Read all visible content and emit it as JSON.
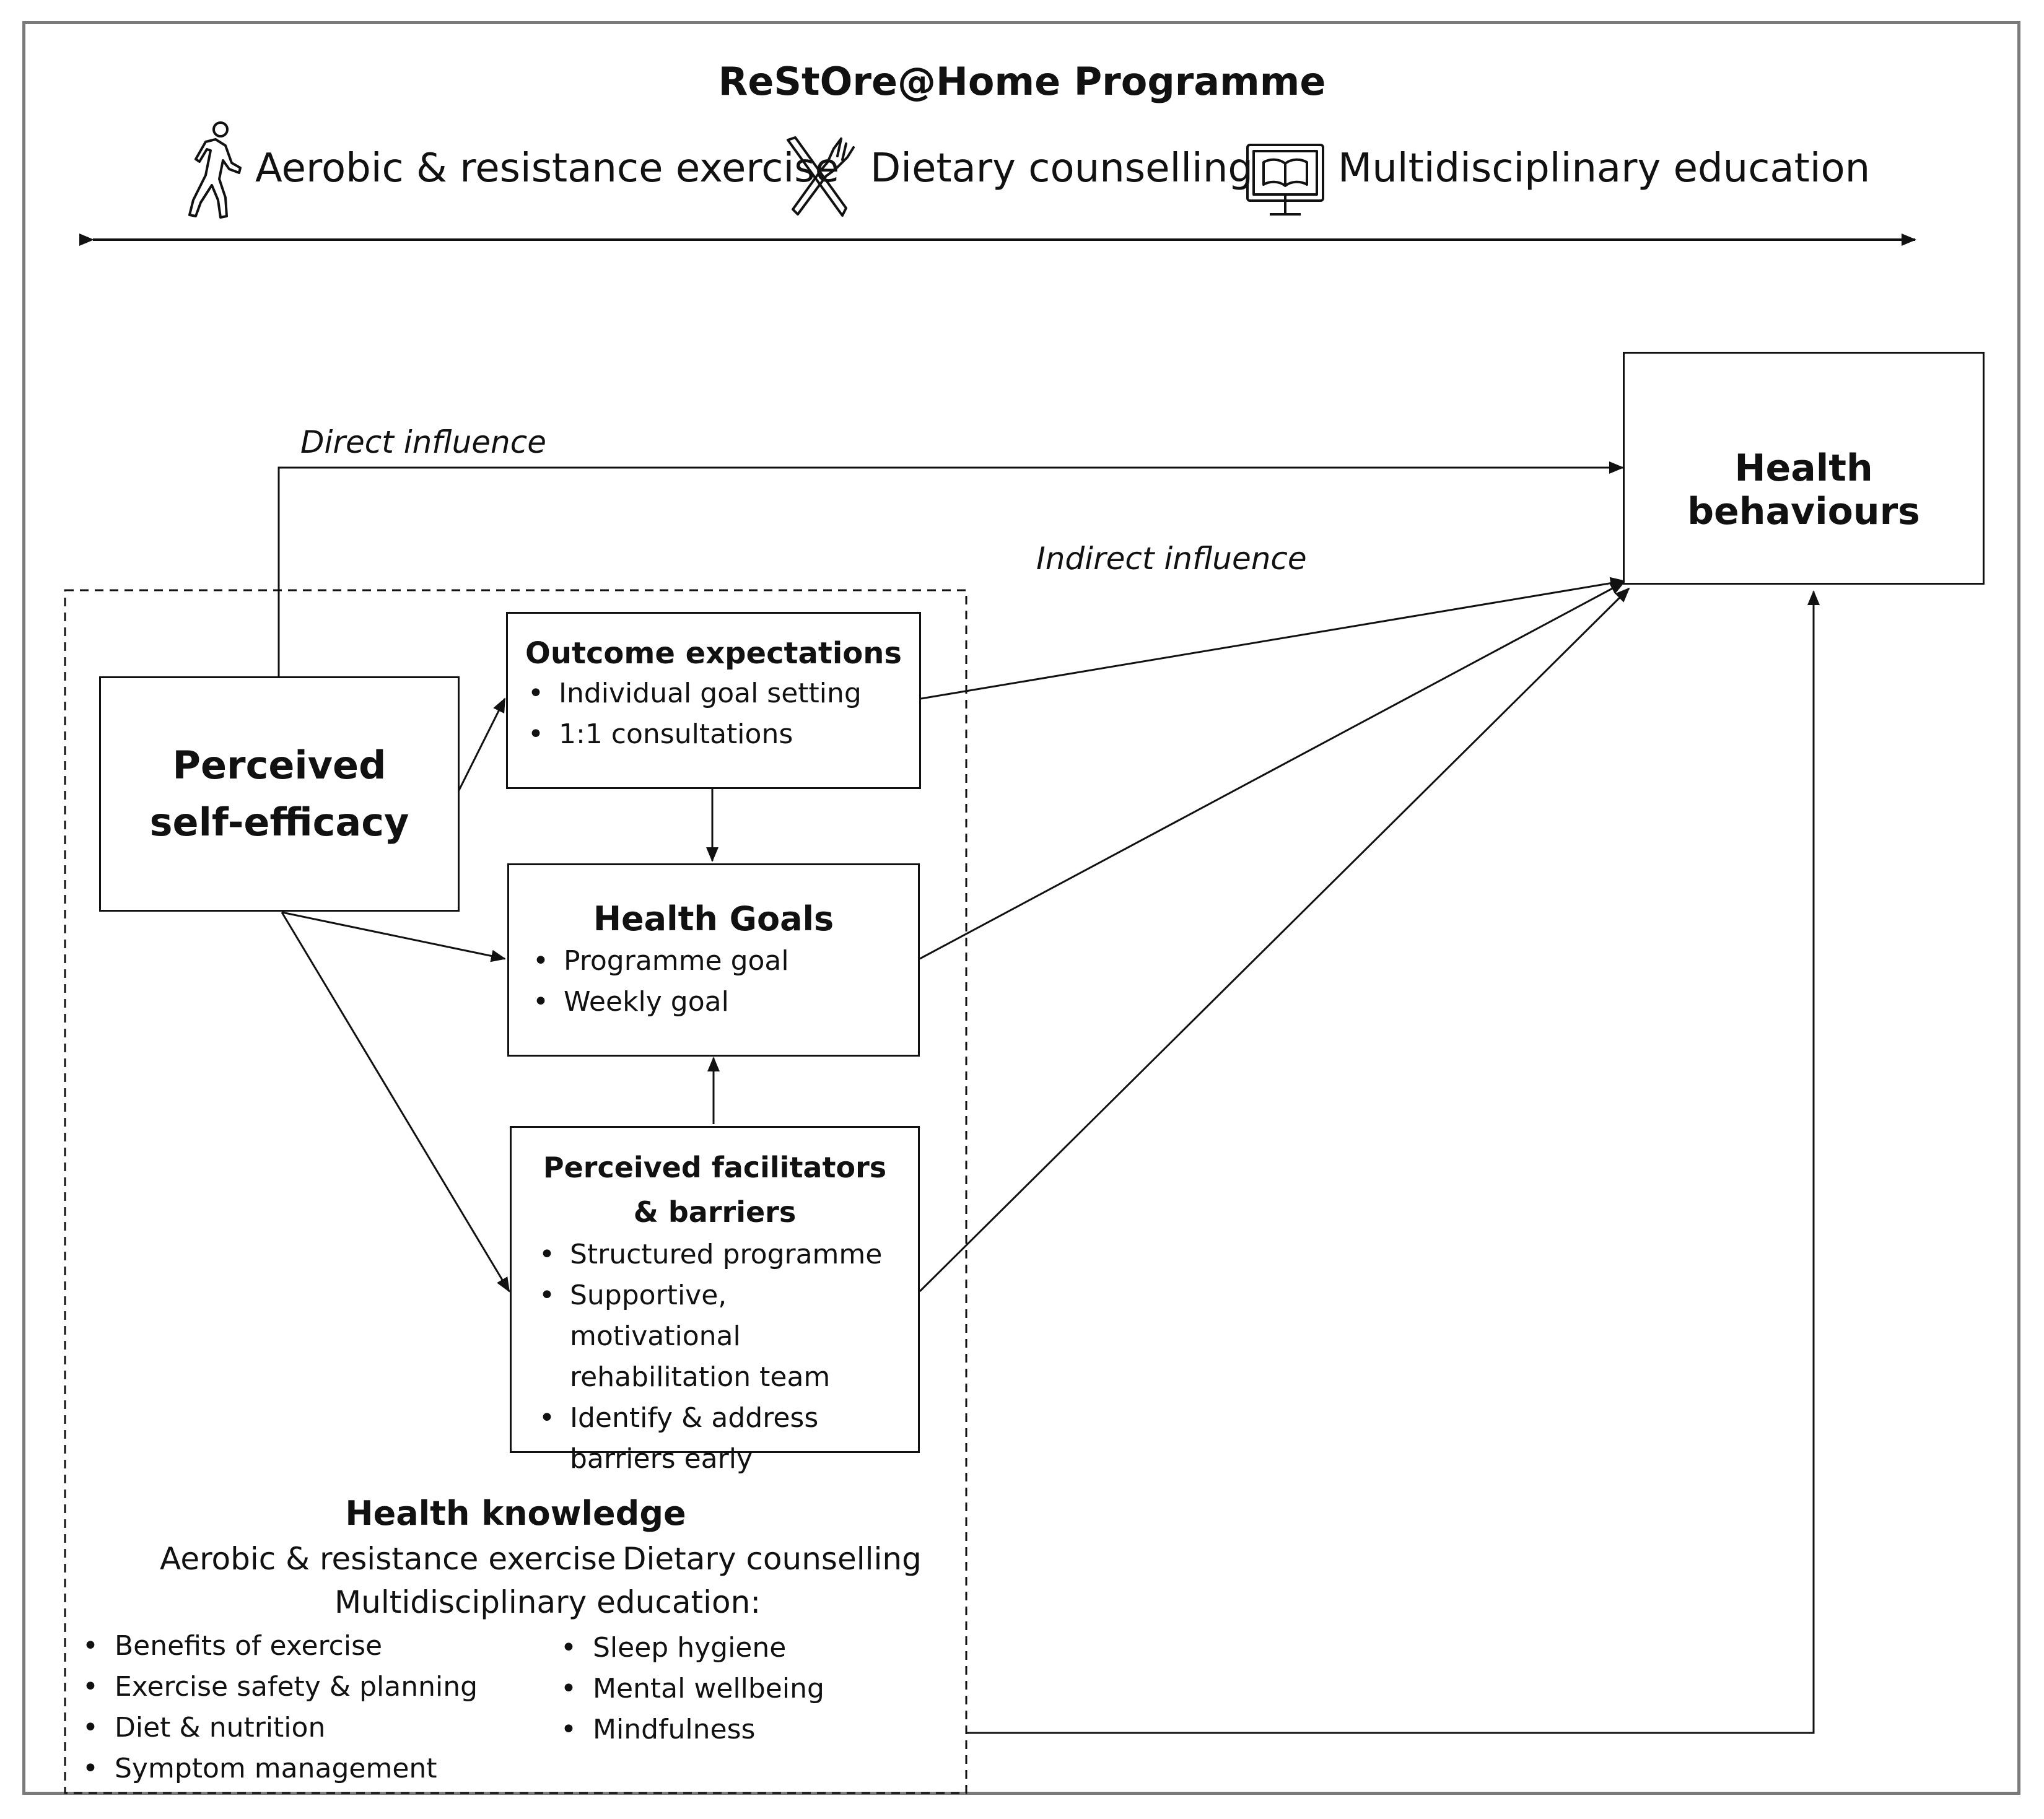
{
  "programme": {
    "title": "ReStOre@Home Programme",
    "components": [
      {
        "label": "Aerobic & resistance exercise",
        "icon": "walking-person-icon"
      },
      {
        "label": "Dietary counselling",
        "icon": "fork-knife-icon"
      },
      {
        "label": "Multidisciplinary education",
        "icon": "monitor-book-icon"
      }
    ]
  },
  "labels": {
    "direct": "Direct influence",
    "indirect": "Indirect influence"
  },
  "boxes": {
    "self_efficacy": {
      "title": "Perceived self-efficacy"
    },
    "outcome": {
      "title": "Outcome expectations",
      "items": [
        "Individual goal setting",
        "1:1 consultations"
      ]
    },
    "goals": {
      "title": "Health Goals",
      "items": [
        "Programme goal",
        "Weekly goal"
      ]
    },
    "facilitators": {
      "title": "Perceived facilitators & barriers",
      "items": [
        "Structured programme",
        "Supportive, motivational rehabilitation team",
        "Identify & address barriers early"
      ]
    },
    "behaviours": {
      "title": "Health behaviours"
    }
  },
  "knowledge": {
    "title": "Health knowledge",
    "exercise": "Aerobic & resistance exercise",
    "dietary": "Dietary counselling",
    "education": "Multidisciplinary education:",
    "left_items": [
      "Benefits of exercise",
      "Exercise safety & planning",
      "Diet & nutrition",
      "Symptom management"
    ],
    "right_items": [
      "Sleep hygiene",
      "Mental wellbeing",
      "Mindfulness"
    ]
  },
  "colors": {
    "frame": "#7a7a7a",
    "ink": "#111111"
  }
}
